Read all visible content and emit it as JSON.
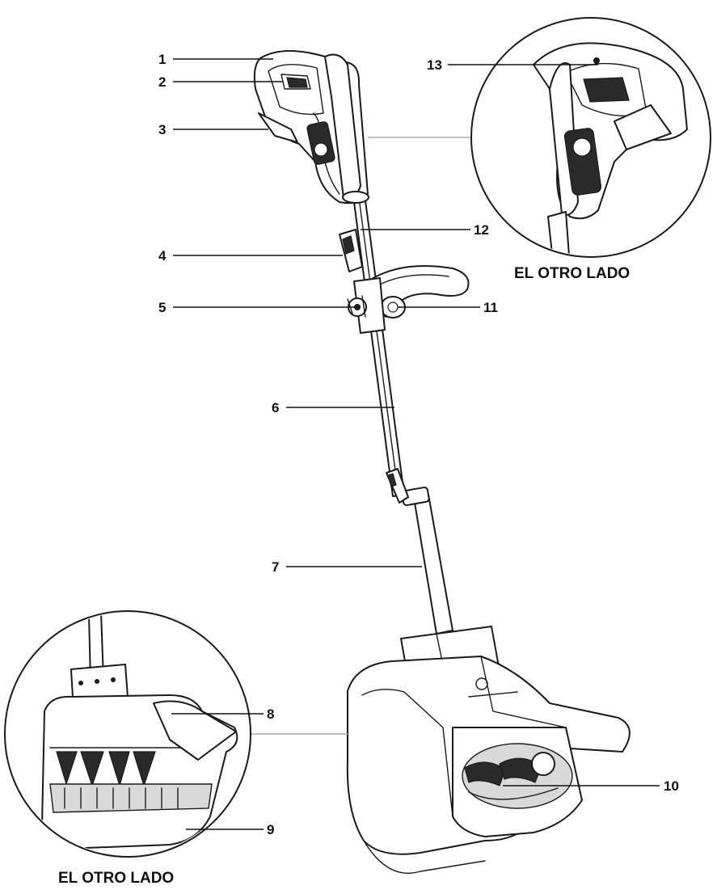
{
  "callouts": {
    "c1": "1",
    "c2": "2",
    "c3": "3",
    "c4": "4",
    "c5": "5",
    "c6": "6",
    "c7": "7",
    "c8": "8",
    "c9": "9",
    "c10": "10",
    "c11": "11",
    "c12": "12",
    "c13": "13"
  },
  "captions": {
    "top_inset": "EL OTRO LADO",
    "bottom_inset": "EL OTRO LADO"
  },
  "colors": {
    "ink": "#1a1a1a",
    "background": "#ffffff"
  }
}
